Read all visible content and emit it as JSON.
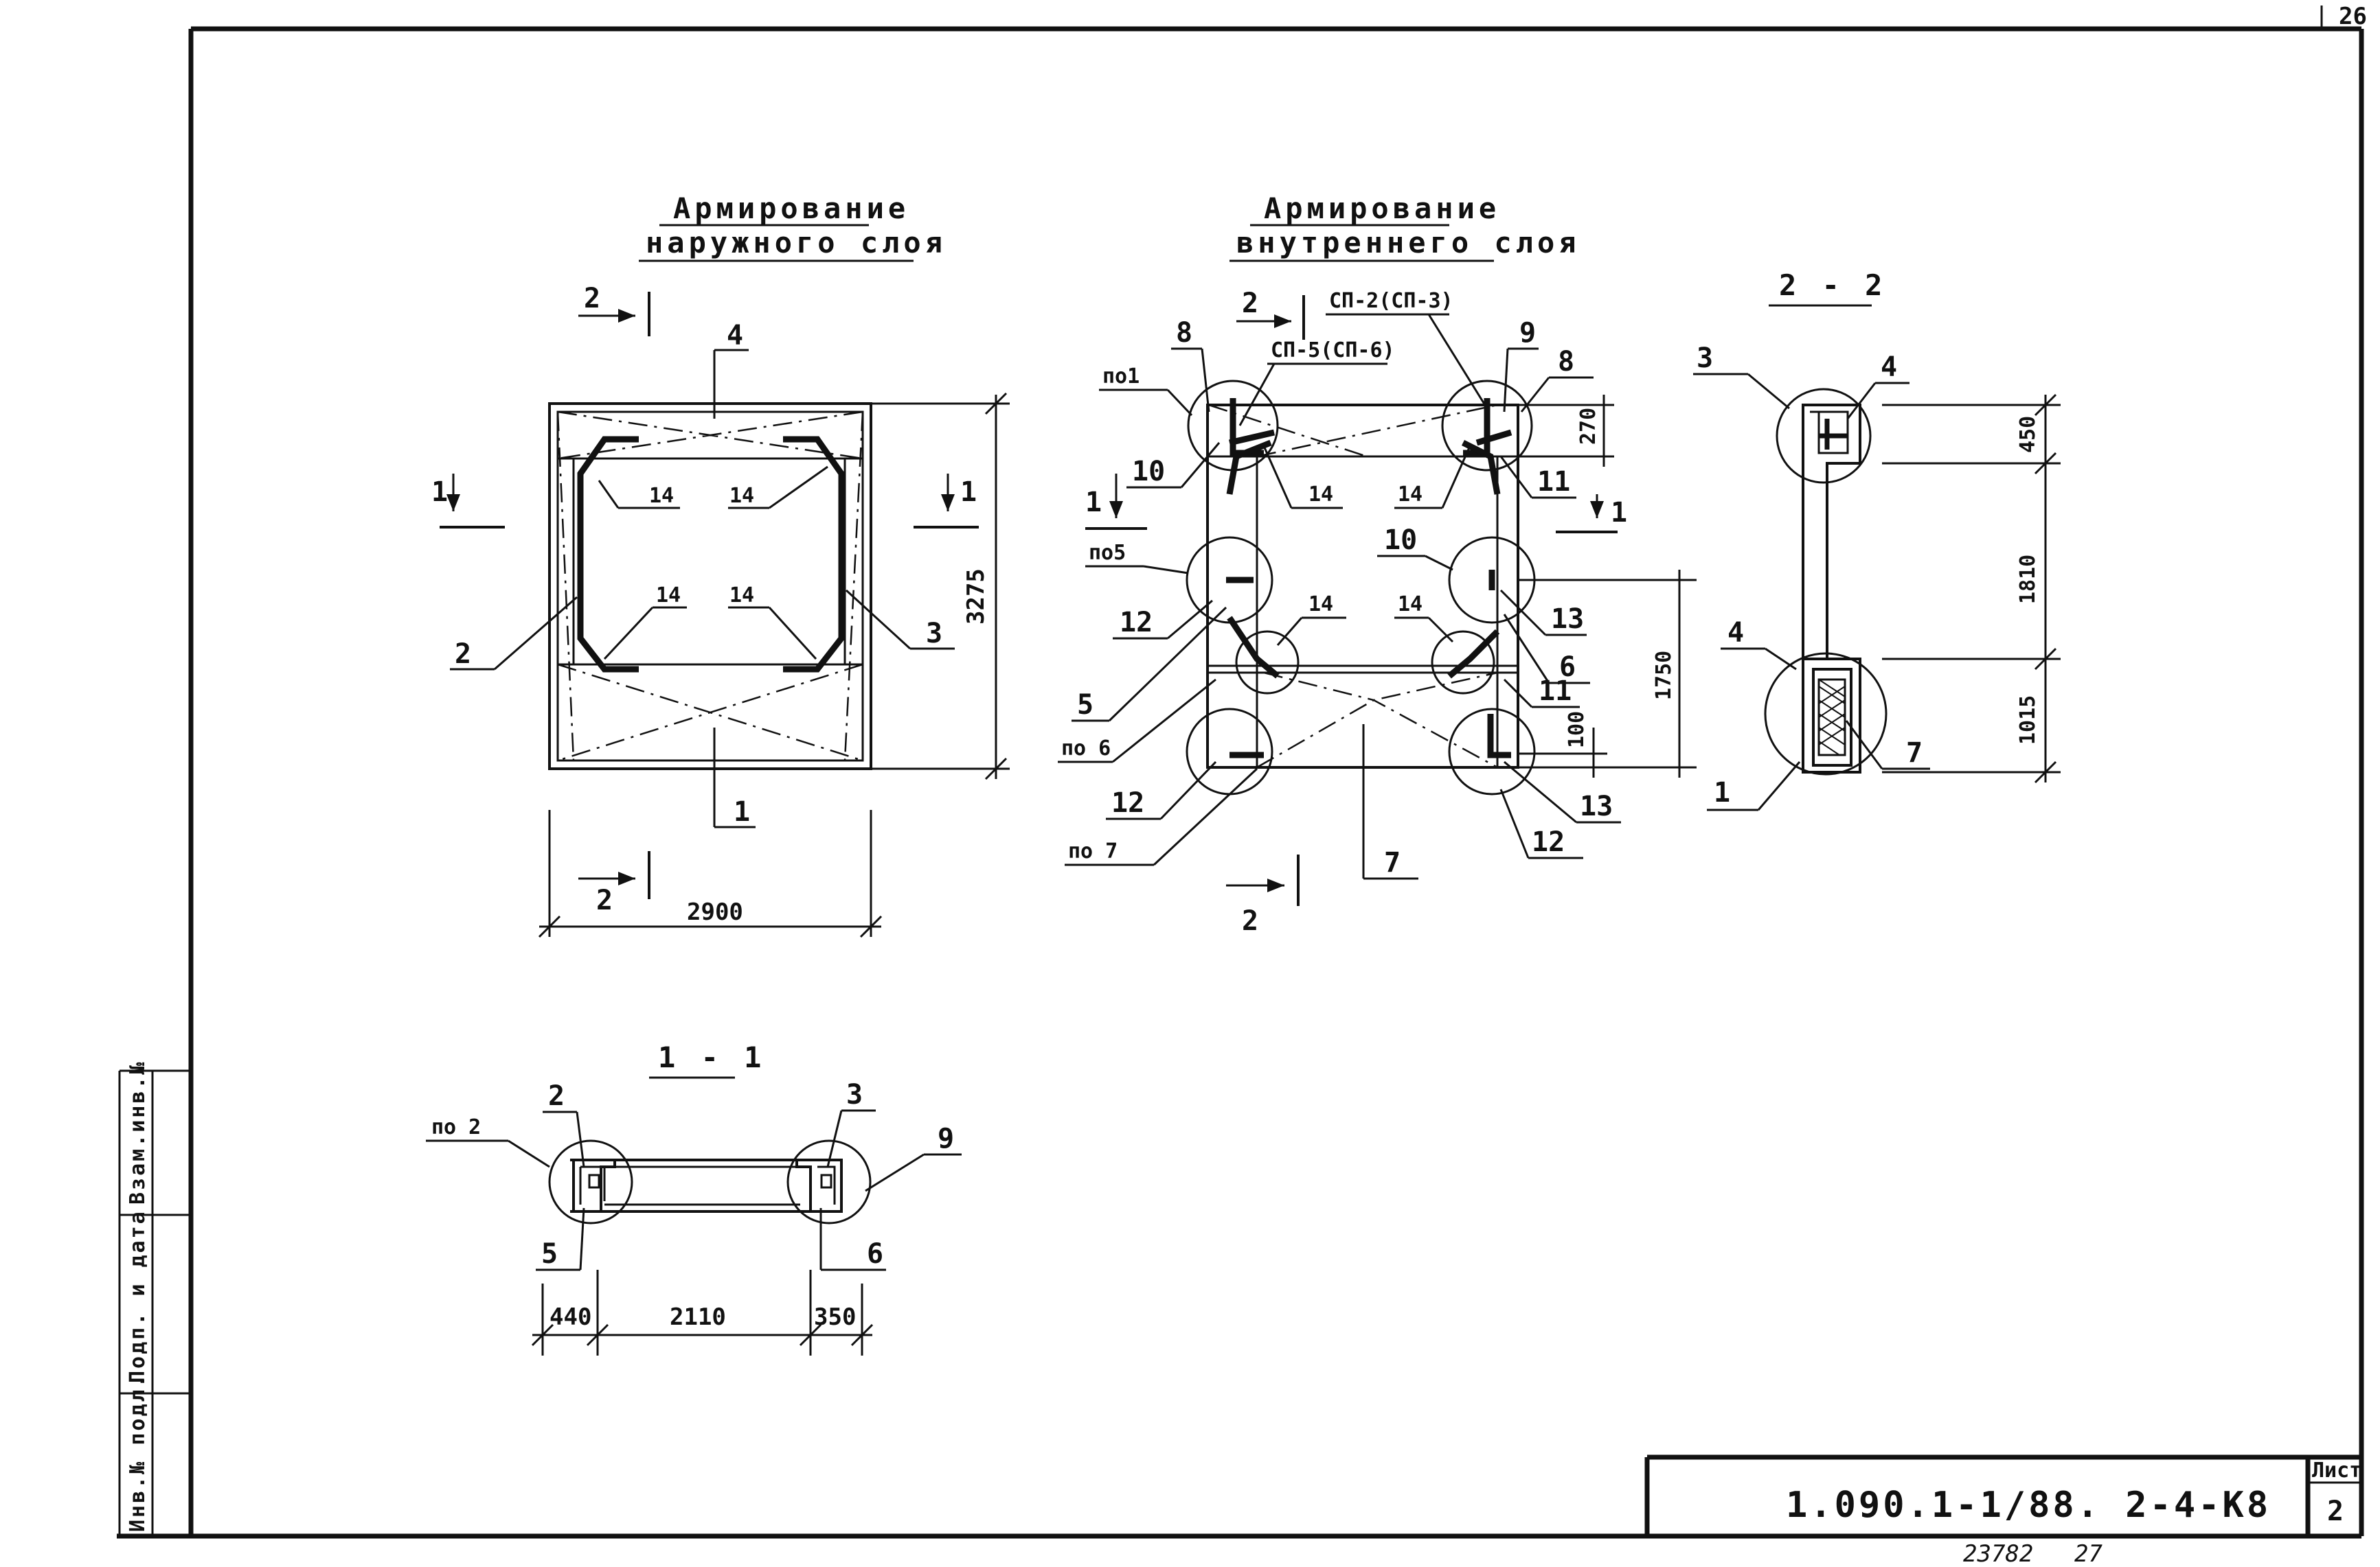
{
  "sheet": {
    "corner_page": "26",
    "doc_code": "1.090.1-1/88. 2-4-К8",
    "sheet_label": "Лист",
    "sheet_number": "2",
    "archive_number": "23782",
    "archive_page": "27"
  },
  "side_stamp": {
    "inv_orig": "Инв.№ подл.",
    "sign_date": "Подп. и дата",
    "inv_replace": "Взам.инв.№"
  },
  "view_outer": {
    "title_line1": "Армирование",
    "title_line2": "наружного слоя",
    "dim_height": "3275",
    "dim_width": "2900",
    "sec1": "1",
    "sec2": "2",
    "p1": "1",
    "p2": "2",
    "p3": "3",
    "p4": "4",
    "p14": "14"
  },
  "view_inner": {
    "title_line1": "Армирование",
    "title_line2": "внутреннего слоя",
    "sp23": "СП-2(СП-3)",
    "sp56": "СП-5(СП-6)",
    "po1": "по1",
    "po5": "по5",
    "po6": "по 6",
    "po7": "по 7",
    "dim_270": "270",
    "dim_1750": "1750",
    "dim_100": "100",
    "sec1": "1",
    "sec2": "2",
    "p5": "5",
    "p6": "6",
    "p7": "7",
    "p8": "8",
    "p9": "9",
    "p10": "10",
    "p11": "11",
    "p12": "12",
    "p13": "13",
    "p14": "14"
  },
  "section_22": {
    "title": "2 - 2",
    "dim_450": "450",
    "dim_1810": "1810",
    "dim_1015": "1015",
    "p1": "1",
    "p3": "3",
    "p4": "4",
    "p7": "7"
  },
  "section_11": {
    "title": "1 - 1",
    "po2": "по 2",
    "dim_440": "440",
    "dim_2110": "2110",
    "dim_350": "350",
    "p2": "2",
    "p3": "3",
    "p5": "5",
    "p6": "6",
    "p9": "9"
  }
}
